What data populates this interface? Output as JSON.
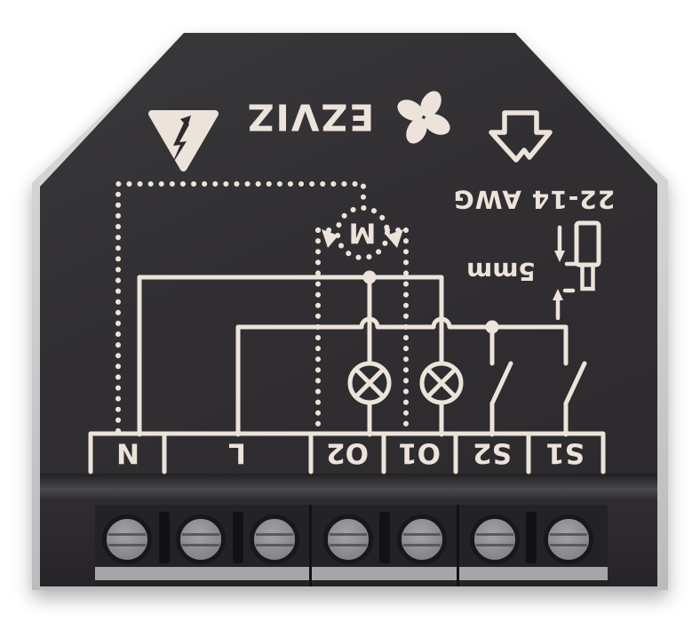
{
  "photo": {
    "background": "#ffffff",
    "device": {
      "brand_logo": "EZVIZ",
      "body_color": "#302e31",
      "print_color": "#ece3da",
      "plate_color": "#cdcdcf",
      "markings": {
        "awg_rating": "22-14 AWG",
        "strip_length": "5mm",
        "motor_symbol": "M",
        "terminal_labels": [
          "N",
          "L",
          "O2",
          "O1",
          "S2",
          "S1"
        ]
      },
      "icons": {
        "warning": "high-voltage-warning-icon",
        "logo_mark": "ezviz-petal-logo-icon",
        "insert": "wire-insert-arrow-icon",
        "strip_gauge": "strip-wire-gauge-icon",
        "loads": [
          "motor-icon",
          "lamp-icon",
          "lamp-icon",
          "switch-icon",
          "switch-icon"
        ]
      },
      "terminal_screw_count": 7
    }
  }
}
